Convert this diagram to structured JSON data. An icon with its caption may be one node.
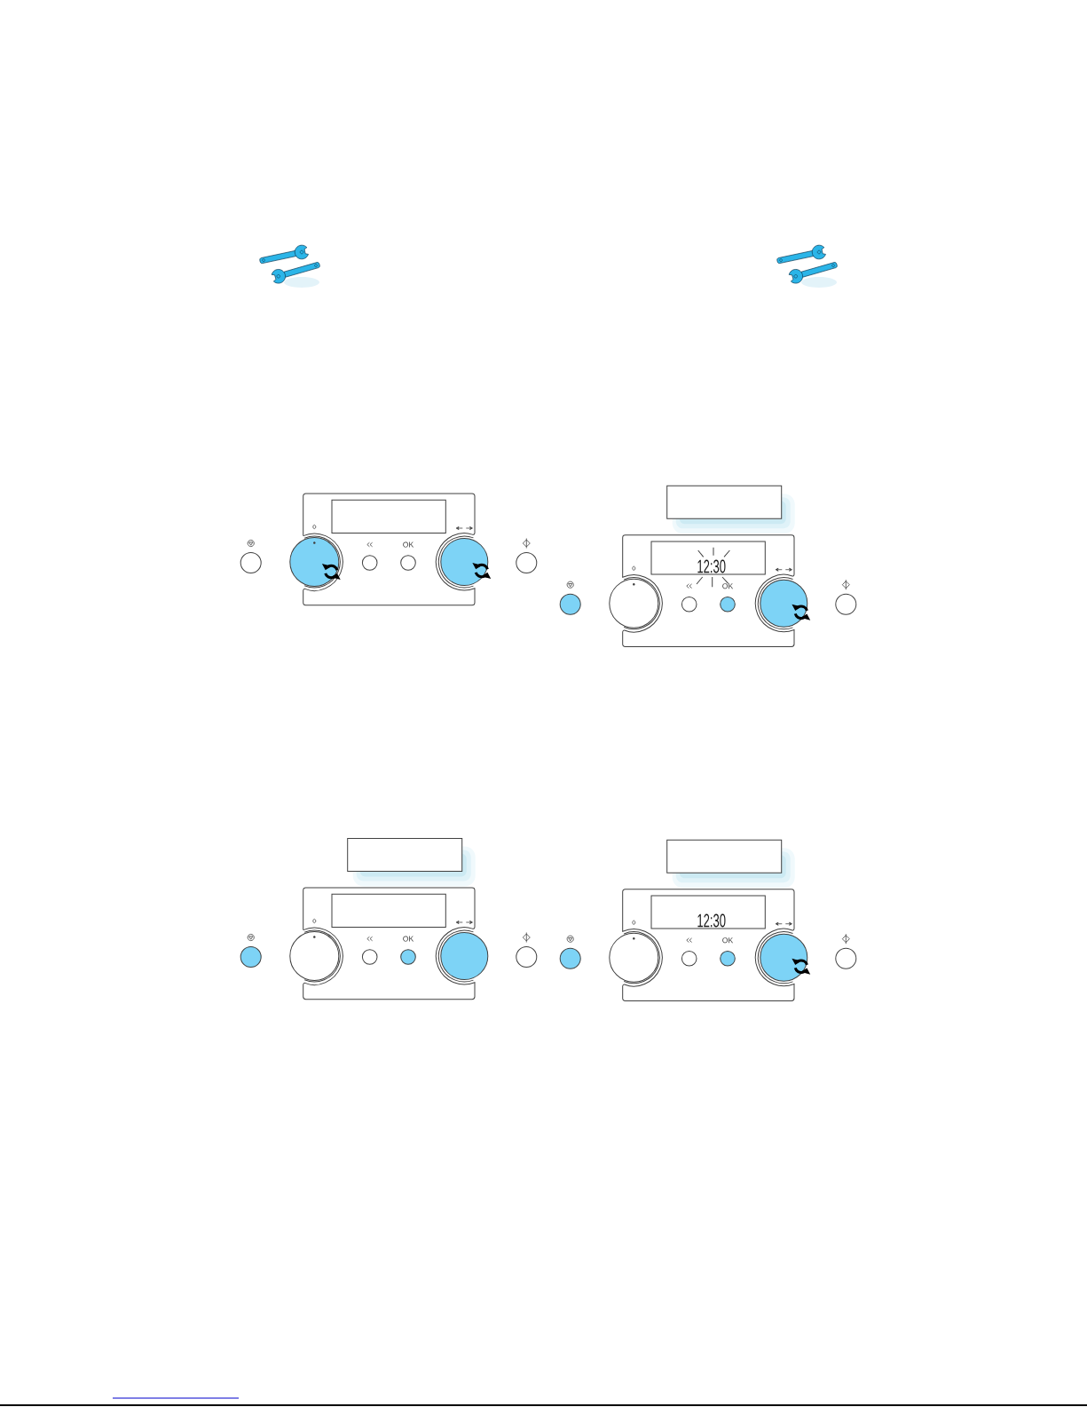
{
  "diagram": {
    "labels": [
      "OK",
      "12:30",
      "OK",
      "OK",
      "12:30",
      "OK"
    ]
  }
}
